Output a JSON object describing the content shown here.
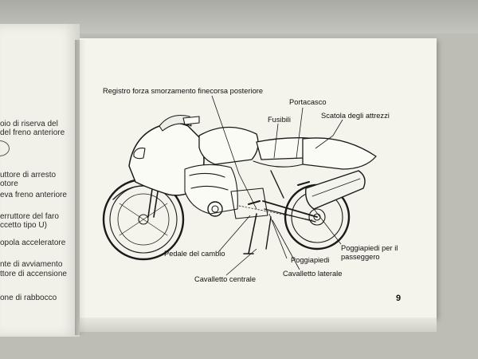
{
  "left_page": {
    "lines": [
      "oio di riserva del",
      "del freno anteriore",
      "uttore di arresto",
      "otore",
      "eva freno anteriore",
      "erruttore del faro",
      "ccetto tipo U)",
      "opola acceleratore",
      "nte di avviamento",
      "ttore di accensione",
      "one di rabbocco"
    ]
  },
  "labels": {
    "registro": "Registro forza smorzamento finecorsa posteriore",
    "portacasco": "Portacasco",
    "fusibili": "Fusibili",
    "scatola": "Scatola degli attrezzi",
    "pedale_cambio": "Pedale del cambio",
    "cavalletto_centrale": "Cavalletto centrale",
    "poggiapiedi": "Poggiapiedi",
    "cavalletto_laterale": "Cavalletto laterale",
    "poggiapiedi_passeggero_1": "Poggiapiedi per il",
    "poggiapiedi_passeggero_2": "passeggero"
  },
  "page_number": "9"
}
